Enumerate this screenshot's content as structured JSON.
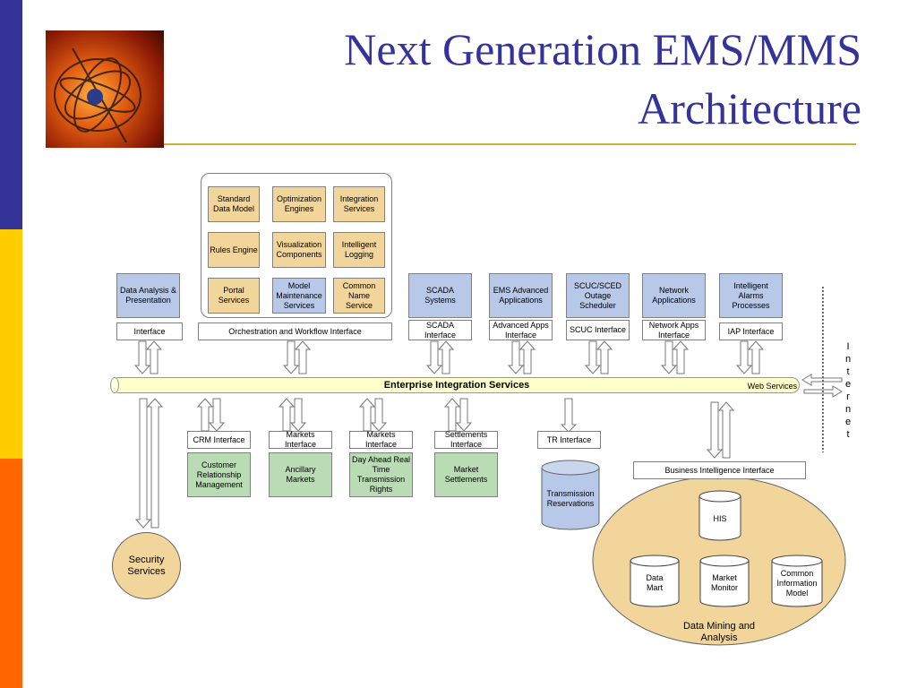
{
  "slide": {
    "title_line1": "Next Generation EMS/MMS",
    "title_line2": "Architecture",
    "colors": {
      "title": "#33339a",
      "bar_blue": "#33339a",
      "bar_yellow": "#ffcc00",
      "bar_orange": "#ff6600",
      "tan": "#f2d59b",
      "blue": "#b8c8e8",
      "green": "#b9dcb4"
    }
  },
  "core_group": {
    "row1": [
      "Standard Data Model",
      "Optimization Engines",
      "Integration Services"
    ],
    "row2": [
      "Rules Engine",
      "Visualization Components",
      "Intelligent Logging"
    ],
    "row3": [
      "Portal Services",
      "Model Maintenance Services",
      "Common Name Service"
    ]
  },
  "top_apps": {
    "data_analysis": "Data Analysis & Presentation",
    "scada": "SCADA Systems",
    "ems": "EMS Advanced Applications",
    "scuc": "SCUC/SCED Outage Scheduler",
    "network": "Network Applications",
    "alarms": "Intelligent Alarms Processes"
  },
  "top_interfaces": {
    "interface": "Interface",
    "orchestration": "Orchestration and Workflow Interface",
    "scada": "SCADA Interface",
    "advanced_apps": "Advanced Apps Interface",
    "scuc": "SCUC Interface",
    "network_apps": "Network Apps Interface",
    "iap": "IAP Interface"
  },
  "bus": {
    "label": "Enterprise Integration Services",
    "web_services": "Web Services"
  },
  "internet": [
    "I",
    "n",
    "t",
    "e",
    "r",
    "n",
    "e",
    "t"
  ],
  "bottom_interfaces": {
    "crm": "CRM Interface",
    "markets1": "Markets Interface",
    "markets2": "Markets Interface",
    "settlements": "Settlements Interface",
    "tr": "TR Interface",
    "bi": "Business Intelligence Interface"
  },
  "bottom_apps": {
    "crm": "Customer Relationship Management",
    "ancillary": "Ancillary Markets",
    "day_ahead": "Day Ahead Real Time Transmission Rights",
    "settlements": "Market Settlements"
  },
  "transmission_reservations": "Transmission Reservations",
  "security": "Security Services",
  "data_mining": {
    "label": "Data Mining and Analysis",
    "his": "HIS",
    "data_mart": "Data Mart",
    "market_monitor": "Market Monitor",
    "cim": "Common Information Model"
  }
}
